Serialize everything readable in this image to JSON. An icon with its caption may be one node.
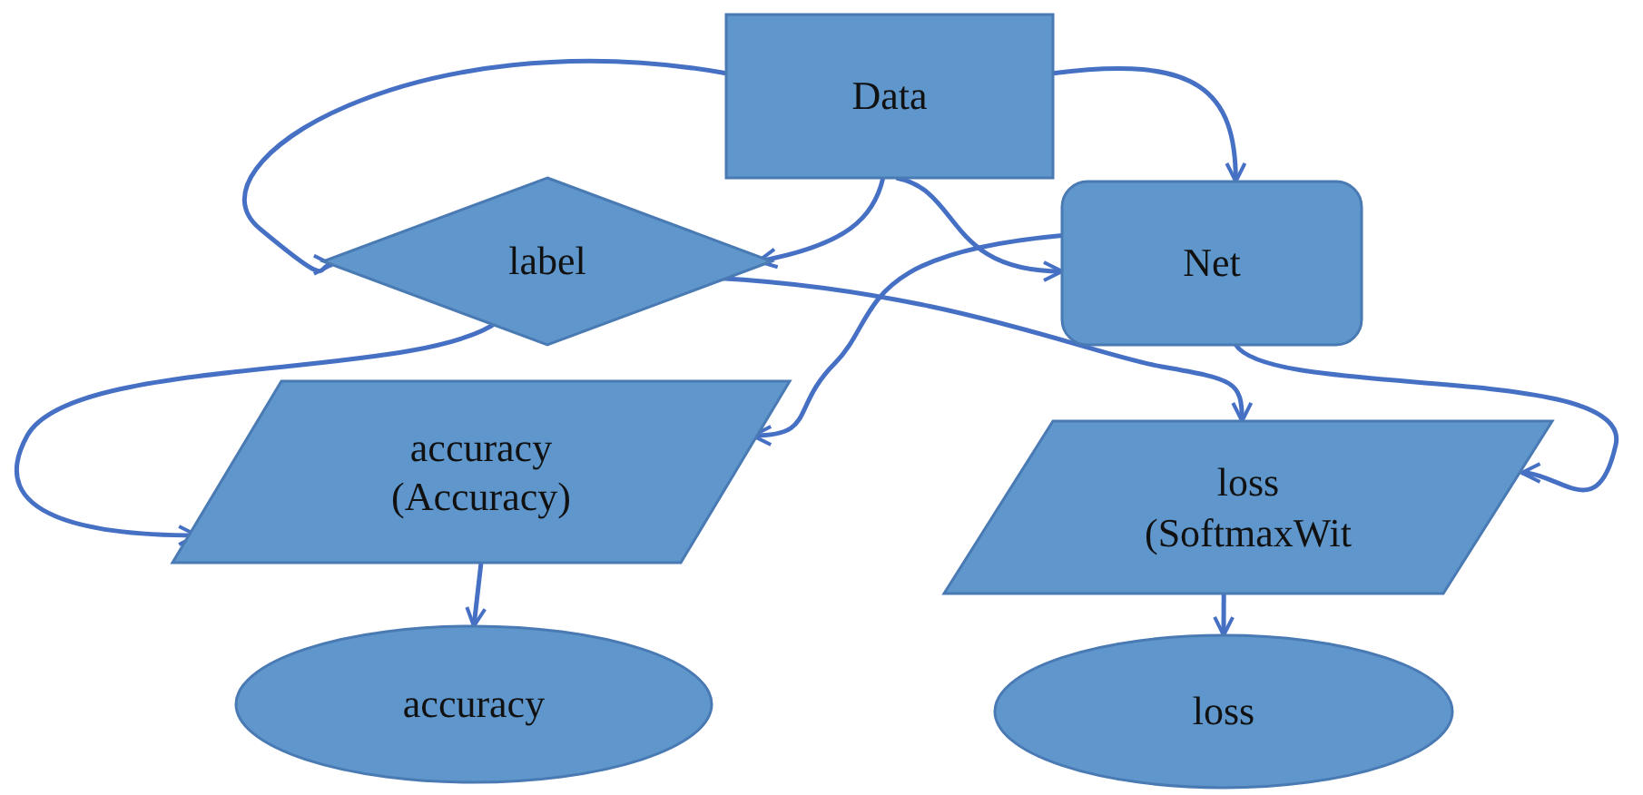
{
  "diagram": {
    "nodes": [
      {
        "text": [
          "Data"
        ]
      },
      {
        "text": [
          "label"
        ]
      },
      {
        "text": [
          "Net"
        ]
      },
      {
        "text": [
          "accuracy (Accuracy)"
        ]
      },
      {
        "text": [
          "loss (SoftmaxWit"
        ]
      },
      {
        "text": [
          "accuracy"
        ]
      },
      {
        "text": [
          "loss"
        ]
      }
    ],
    "edges": [
      {
        "from": 0,
        "to": 1,
        "arrow": "to"
      },
      {
        "from": 0,
        "to": 2,
        "arrow": "to"
      },
      {
        "from": 0,
        "to": 1,
        "arrow": "to"
      },
      {
        "from": 0,
        "to": 2,
        "arrow": "to"
      },
      {
        "from": 1,
        "to": 3,
        "arrow": "to"
      },
      {
        "from": 2,
        "to": 3,
        "arrow": "to"
      },
      {
        "from": 1,
        "to": 4,
        "arrow": "to"
      },
      {
        "from": 2,
        "to": 4,
        "arrow": "to"
      },
      {
        "from": 3,
        "to": 5,
        "arrow": "to"
      },
      {
        "from": 4,
        "to": 6,
        "arrow": "to"
      }
    ]
  }
}
